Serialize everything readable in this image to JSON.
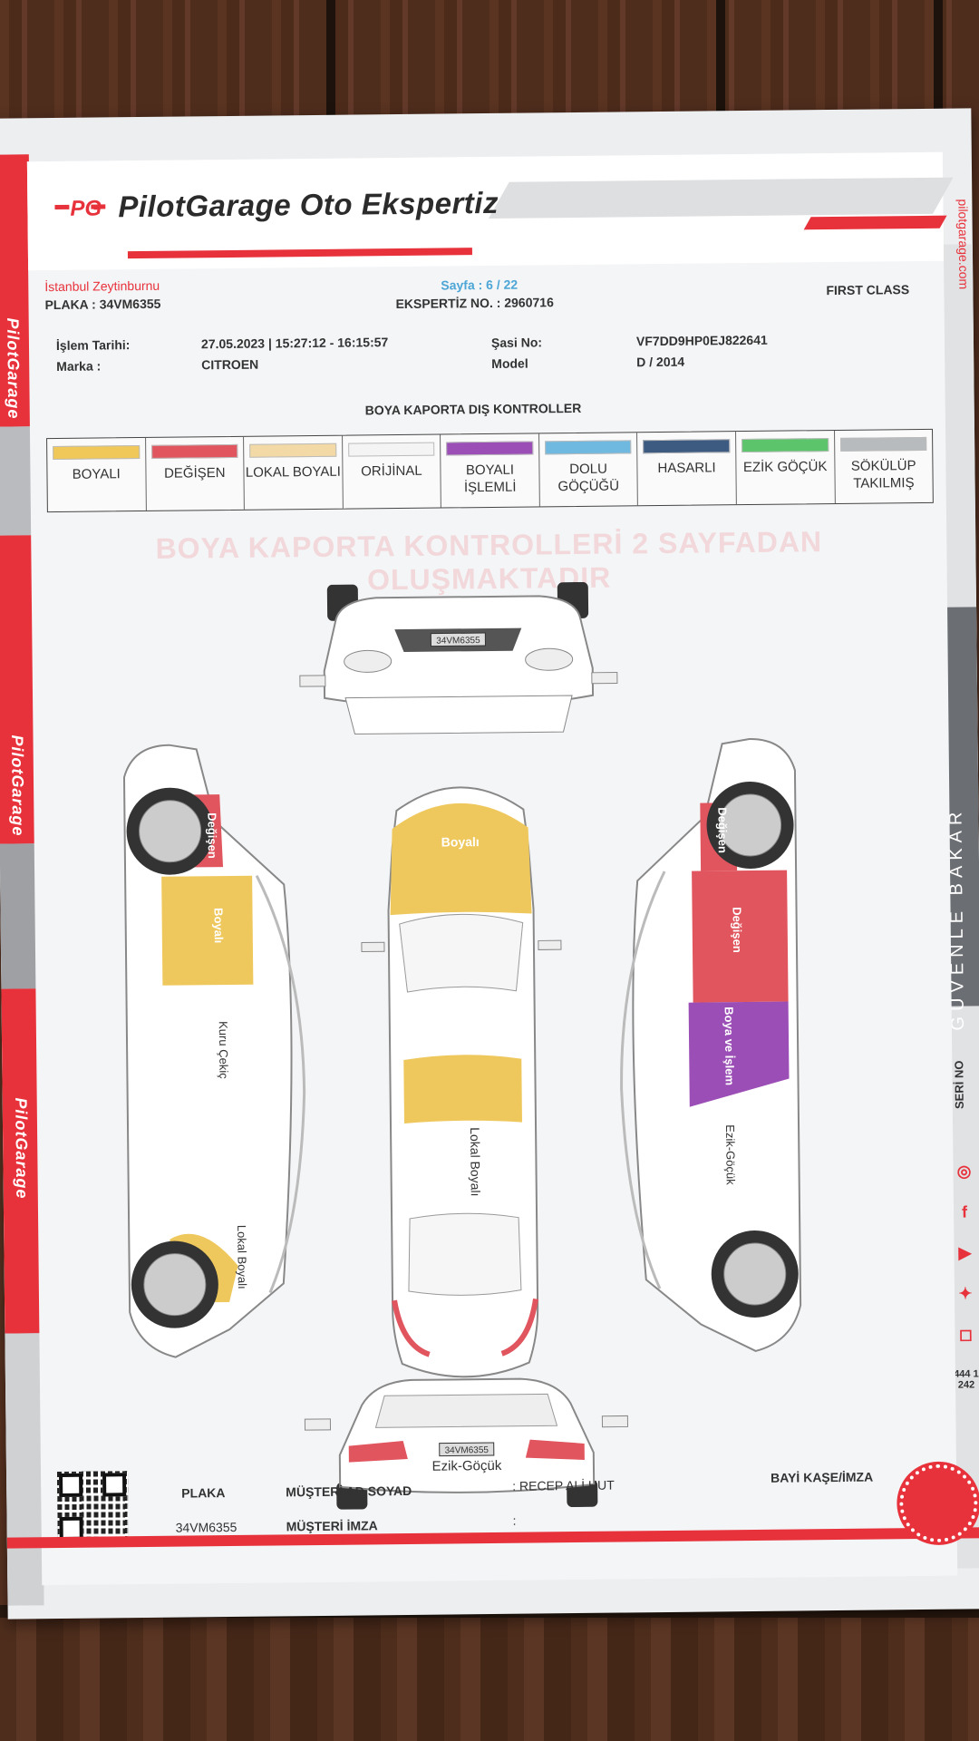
{
  "header": {
    "brand_title": "PilotGarage Oto Ekspertiz",
    "location": "İstanbul Zeytinburnu",
    "plate_line": "PLAKA : 34VM6355",
    "page_label": "Sayfa : 6 / 22",
    "ekspertiz_no": "EKSPERTİZ NO. : 2960716",
    "package": "FIRST CLASS",
    "website": "pilotgarage.com"
  },
  "info": {
    "islem_label": "İşlem Tarihi:",
    "islem_value": "27.05.2023 | 15:27:12 - 16:15:57",
    "marka_label": "Marka :",
    "marka_value": "CITROEN",
    "sasi_label": "Şasi No:",
    "sasi_value": "VF7DD9HP0EJ822641",
    "model_label": "Model",
    "model_value": "D / 2014"
  },
  "section_title": "BOYA KAPORTA DIŞ KONTROLLER",
  "legend": [
    {
      "label": "BOYALI",
      "color": "#f0c85a"
    },
    {
      "label": "DEĞİŞEN",
      "color": "#e0555e"
    },
    {
      "label": "LOKAL BOYALI",
      "color": "#f2d9a6"
    },
    {
      "label": "ORİJİNAL",
      "color": "#f4f4f4"
    },
    {
      "label": "BOYALI İŞLEMLİ",
      "color": "#9b4fb6"
    },
    {
      "label": "DOLU GÖÇÜĞÜ",
      "color": "#6fb9e0"
    },
    {
      "label": "HASARLI",
      "color": "#3d5a80"
    },
    {
      "label": "EZİK GÖÇÜK",
      "color": "#5cc46b"
    },
    {
      "label": "SÖKÜLÜP TAKILMIŞ",
      "color": "#b8bbbe"
    }
  ],
  "watermark": "BOYA KAPORTA KONTROLLERİ 2 SAYFADAN OLUŞMAKTADIR",
  "diagram_labels": {
    "front_plate": "34VM6355",
    "roof_hood": "Boyalı",
    "roof_center": "Lokal Boyalı",
    "left_front": "Değişen",
    "left_door": "Boyalı",
    "left_rear": "Kuru Çekiç",
    "left_rear2": "Lokal Boyalı",
    "right_front": "Değişen",
    "right_door": "Değişen",
    "right_rear": "Boya ve İşlem",
    "right_rear2": "Ezik-Göçük",
    "back_plate": "34VM6355",
    "back_label": "Ezik-Göçük"
  },
  "side_text": {
    "brand": "PilotGarage",
    "slogan": "GÜVENLE BAKAR",
    "seri_no": "SERİ NO",
    "hotline": "444 1 242"
  },
  "footer": {
    "plaka_label": "PLAKA",
    "plaka_value": "34VM6355",
    "musteri_ad_label": "MÜŞTERİ AD SOYAD",
    "musteri_ad_value": ": RECEP ALİ HUT",
    "musteri_imza_label": "MÜŞTERİ İMZA",
    "musteri_imza_value": ":",
    "bayi_label": "BAYİ KAŞE/İMZA"
  },
  "colors": {
    "brand_red": "#e8323b",
    "boyali": "#f0c85a",
    "degisen": "#e0555e",
    "islemli": "#9b4fb6"
  }
}
